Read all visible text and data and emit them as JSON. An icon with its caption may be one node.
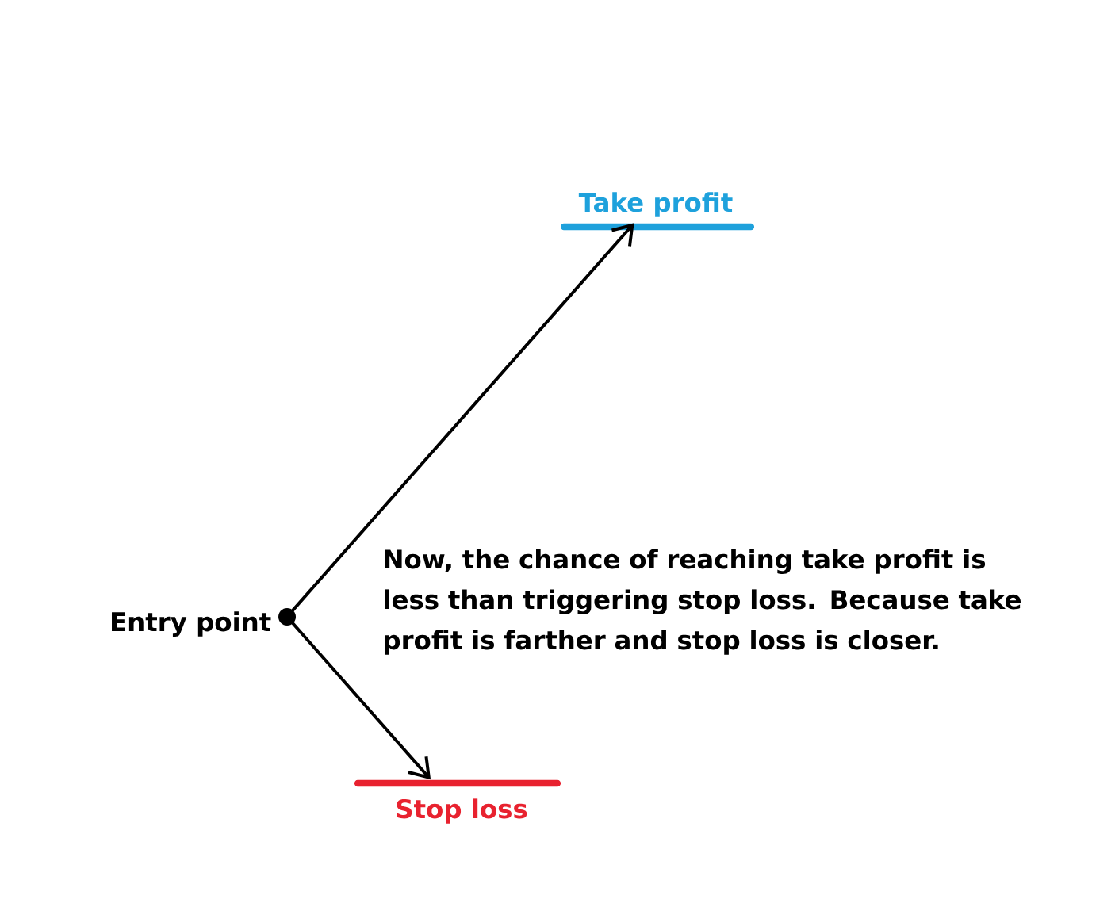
{
  "diagram": {
    "nodes": [
      {
        "text": [],
        "shape": "circle",
        "beside": [
          "Entry point"
        ]
      },
      {
        "text": [
          "Take profit"
        ]
      },
      {
        "text": [
          "Stop loss"
        ]
      }
    ],
    "edges": [
      {
        "from": 0,
        "to": 1,
        "arrow": "to"
      },
      {
        "from": 0,
        "to": 2,
        "arrow": "to"
      }
    ],
    "labels": [
      "Now, the chance of reaching take profit is less than triggering stop loss. Because take profit is farther and stop loss is closer."
    ]
  }
}
